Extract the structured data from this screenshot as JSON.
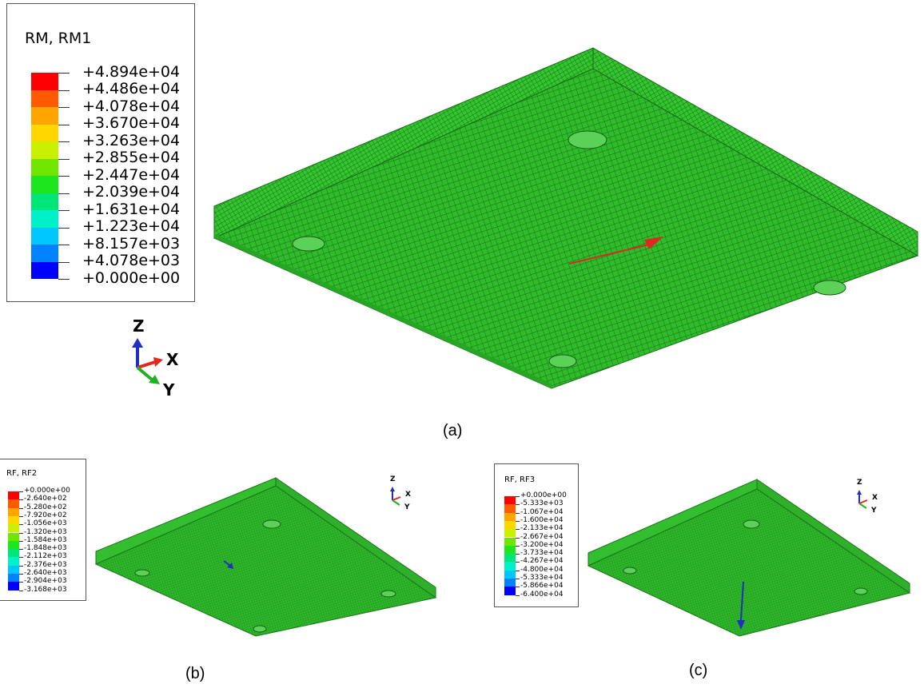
{
  "panels": [
    {
      "caption": "(a)",
      "legend_title": "RM, RM1",
      "legend_values": [
        "+4.894e+04",
        "+4.486e+04",
        "+4.078e+04",
        "+3.670e+04",
        "+3.263e+04",
        "+2.855e+04",
        "+2.447e+04",
        "+2.039e+04",
        "+1.631e+04",
        "+1.223e+04",
        "+8.157e+03",
        "+4.078e+03",
        "+0.000e+00"
      ],
      "axis_labels": {
        "z": "Z",
        "x": "X",
        "y": "Y"
      }
    },
    {
      "caption": "(b)",
      "legend_title": "RF, RF2",
      "legend_values": [
        "+0.000e+00",
        "-2.640e+02",
        "-5.280e+02",
        "-7.920e+02",
        "-1.056e+03",
        "-1.320e+03",
        "-1.584e+03",
        "-1.848e+03",
        "-2.112e+03",
        "-2.376e+03",
        "-2.640e+03",
        "-2.904e+03",
        "-3.168e+03"
      ],
      "axis_labels": {
        "z": "Z",
        "x": "X",
        "y": "Y"
      }
    },
    {
      "caption": "(c)",
      "legend_title": "RF, RF3",
      "legend_values": [
        "+0.000e+00",
        "-5.333e+03",
        "-1.067e+04",
        "-1.600e+04",
        "-2.133e+04",
        "-2.667e+04",
        "-3.200e+04",
        "-3.733e+04",
        "-4.267e+04",
        "-4.800e+04",
        "-5.333e+04",
        "-5.866e+04",
        "-6.400e+04"
      ],
      "axis_labels": {
        "z": "Z",
        "x": "X",
        "y": "Y"
      }
    }
  ],
  "colormap": [
    "#ff0000",
    "#ff5a00",
    "#ffa500",
    "#ffd700",
    "#c8f000",
    "#6ee600",
    "#1ee61e",
    "#00e678",
    "#00f0c8",
    "#00c8ff",
    "#0082ff",
    "#0000ff"
  ],
  "colors": {
    "mesh": "#2db82a",
    "mesh_dark": "#1e8c1c",
    "arrow_x": "#e0281e",
    "arrow_y": "#22b022",
    "arrow_z": "#1f2fbf"
  }
}
